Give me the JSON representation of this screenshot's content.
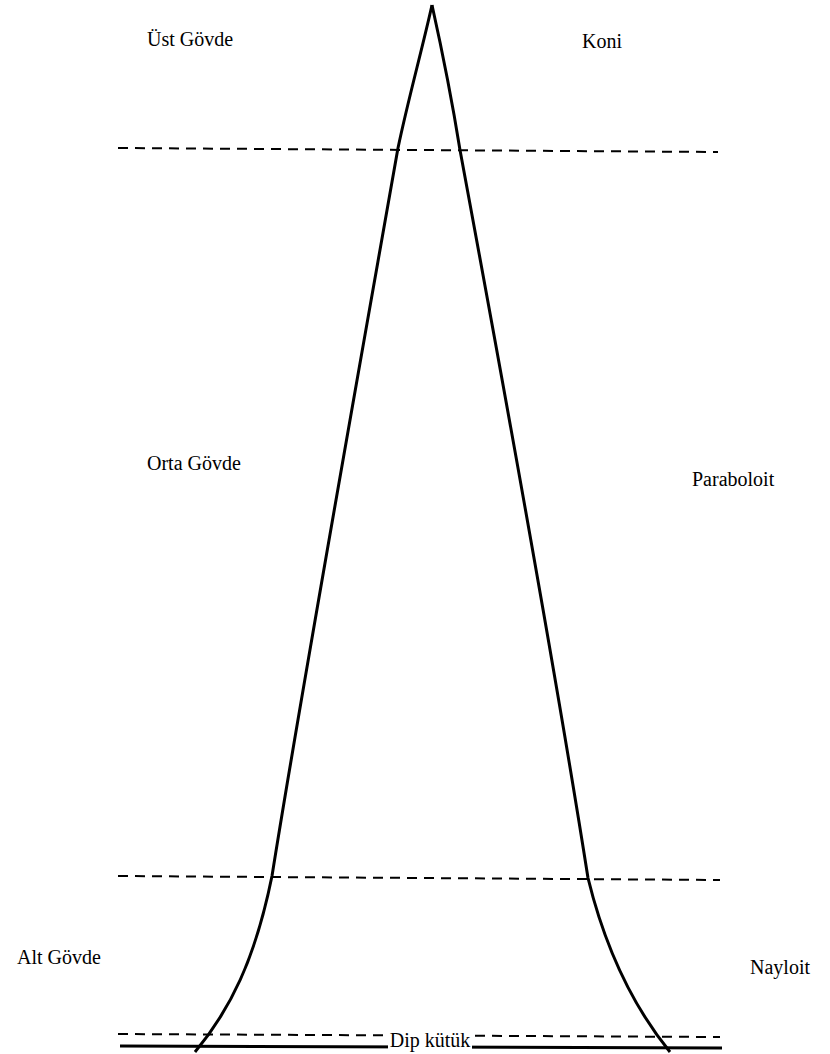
{
  "diagram": {
    "labels": [
      "Üst Gövde",
      "Koni",
      "Orta Gövde",
      "Paraboloit",
      "Alt Gövde",
      "Nayloit",
      "Dip kütük"
    ]
  }
}
